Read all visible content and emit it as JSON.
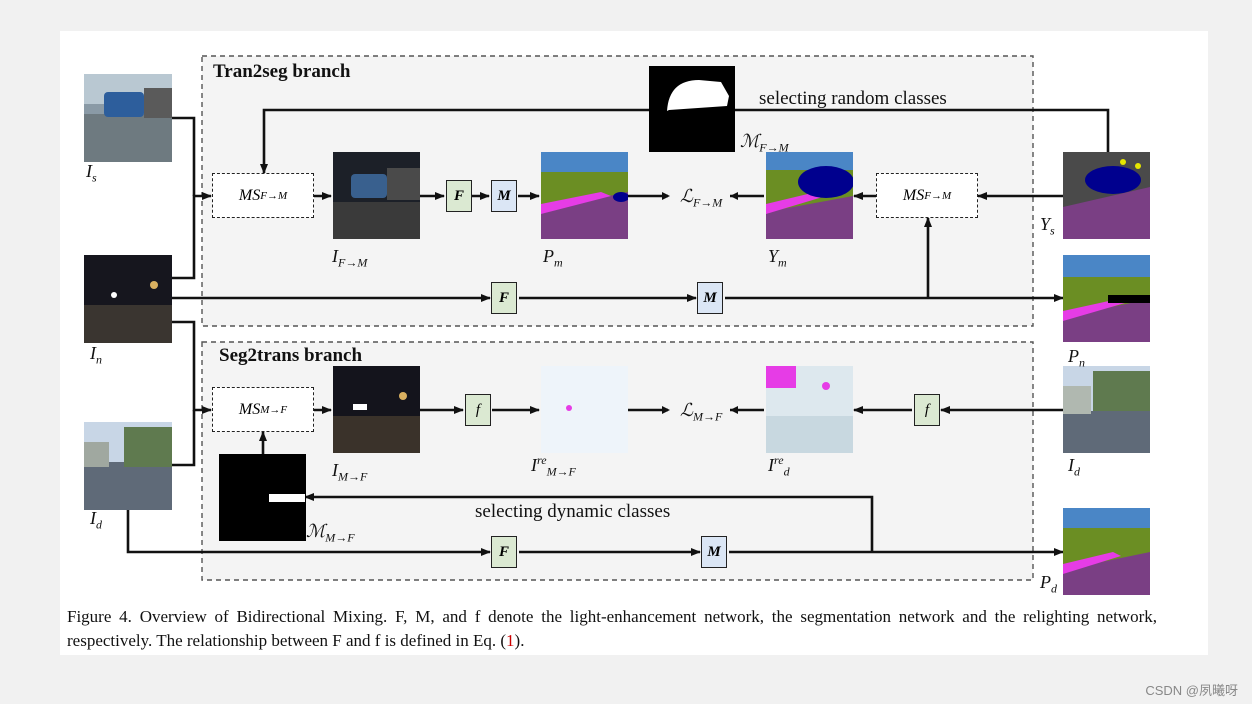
{
  "branches": {
    "top": "Tran2seg branch",
    "bottom": "Seg2trans branch"
  },
  "annotations": {
    "random": "selecting random classes",
    "dynamic": "selecting dynamic classes"
  },
  "labels": {
    "Is": "I",
    "Is_sub": "s",
    "In": "I",
    "In_sub": "n",
    "Id_left": "I",
    "Id_left_sub": "d",
    "IFM": "I",
    "IFM_sub": "F→M",
    "Pm": "P",
    "Pm_sub": "m",
    "Ym": "Y",
    "Ym_sub": "m",
    "Ys": "Y",
    "Ys_sub": "s",
    "Pn": "P",
    "Pn_sub": "n",
    "IMF": "I",
    "IMF_sub": "M→F",
    "IreMF": "I",
    "IreMF_sup": "re",
    "IreMF_sub": "M→F",
    "Ired": "I",
    "Ired_sup": "re",
    "Ired_sub": "d",
    "Id_right": "I",
    "Id_right_sub": "d",
    "Pd": "P",
    "Pd_sub": "d",
    "LFM": "ℒ",
    "LFM_sub": "F→M",
    "LMF": "ℒ",
    "LMF_sub": "M→F",
    "MaskFM": "ℳ",
    "MaskFM_sub": "F→M",
    "MaskMF": "ℳ",
    "MaskMF_sub": "M→F"
  },
  "boxes": {
    "ms_top_left": "MS",
    "ms_top_left_sub": "F→M",
    "ms_top_right": "MS",
    "ms_top_right_sub": "F→M",
    "ms_bottom": "MS",
    "ms_bottom_sub": "M→F"
  },
  "ops": {
    "F": "F",
    "M": "M",
    "f": "f"
  },
  "caption": {
    "text": "Figure 4.  Overview of Bidirectional Mixing.  F, M, and f denote the light-enhancement network, the segmentation network and the relighting network, respectively. The relationship between F and f is defined in Eq. (",
    "ref": "1",
    "end": ")."
  },
  "watermark": "CSDN @夙曦呀",
  "colors": {
    "road": "#7a3f84",
    "sidewalk": "#e63ce6",
    "vegetation": "#6b8e23",
    "sky": "#4a86c6",
    "car": "#00008e",
    "op_F": "#dbe9d2",
    "op_M": "#dbe6f5"
  }
}
